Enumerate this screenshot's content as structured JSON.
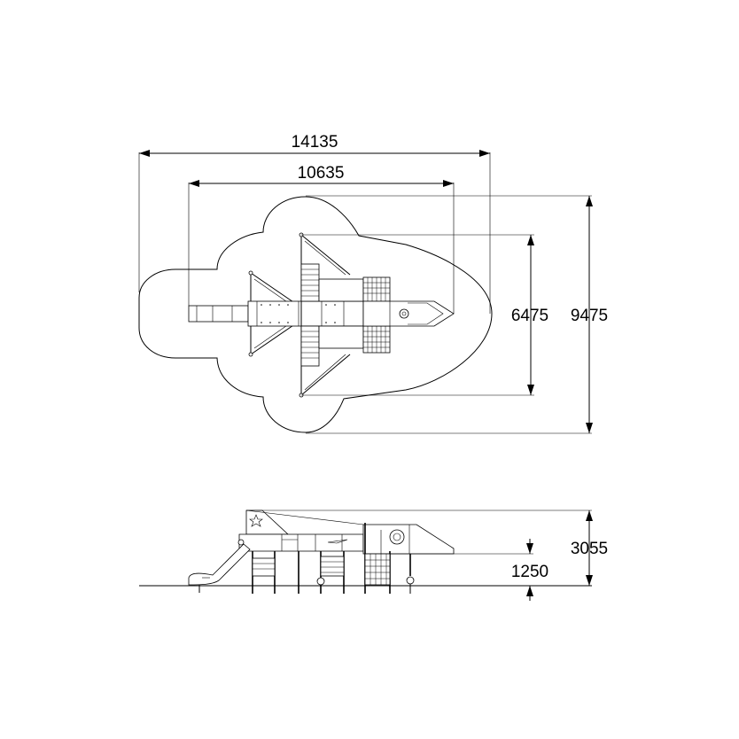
{
  "dimensions": {
    "overall_length": "14135",
    "structure_length": "10635",
    "structure_width": "6475",
    "overall_width": "9475",
    "overall_height": "3055",
    "platform_height": "1250"
  }
}
